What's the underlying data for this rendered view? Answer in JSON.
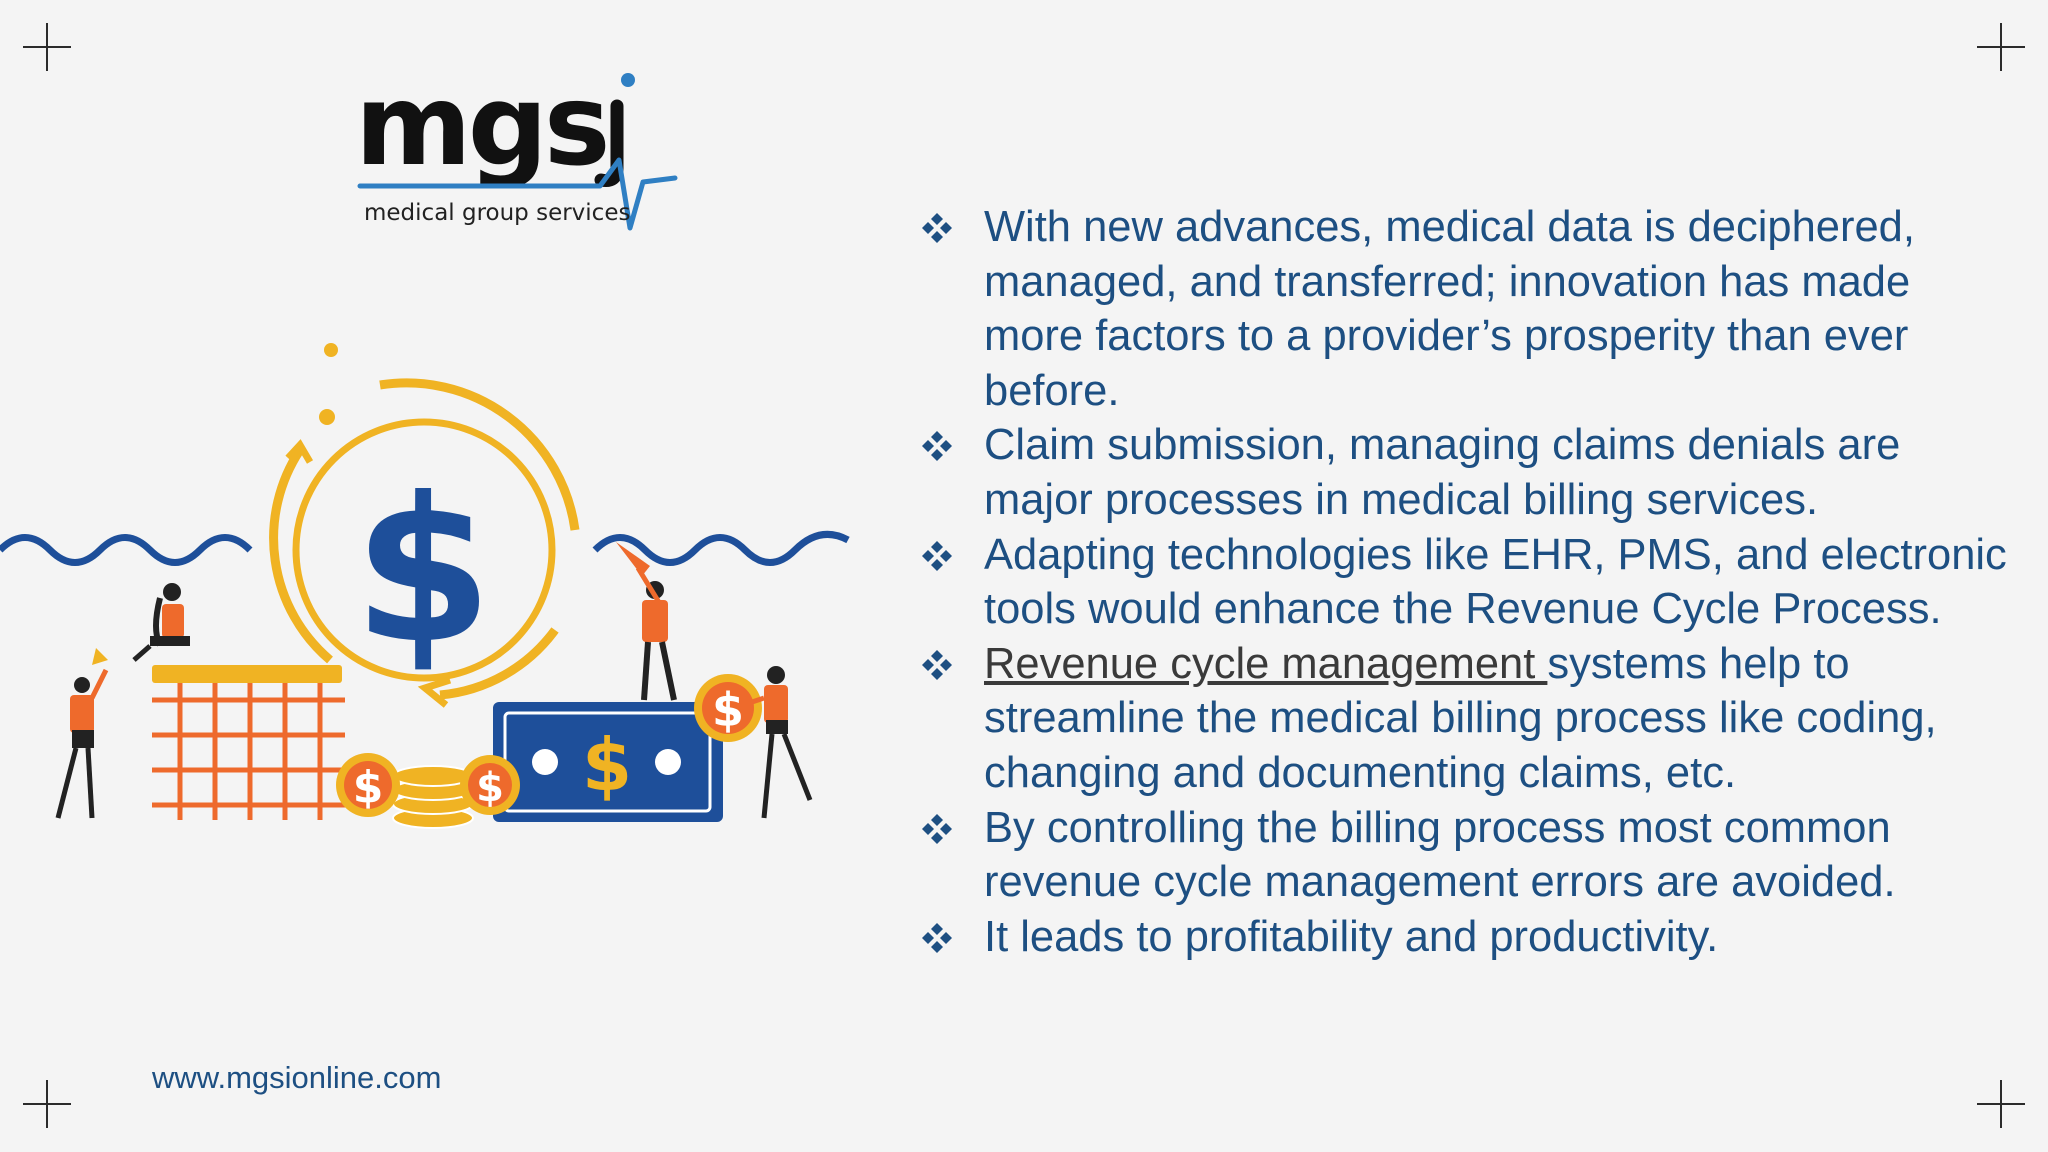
{
  "logo": {
    "wordmark": "mgs",
    "tagline": "medical group services"
  },
  "bullets": [
    {
      "text": "With new advances, medical data is deciphered, managed, and transferred; innovation has made more factors to a provider’s prosperity than ever before."
    },
    {
      "text": "Claim submission, managing claims denials are major processes in medical billing services."
    },
    {
      "text": "Adapting technologies like EHR, PMS, and electronic tools would enhance the Revenue Cycle Process."
    },
    {
      "link": "Revenue cycle management ",
      "text": "systems help to streamline the medical billing process like coding, changing and documenting claims, etc."
    },
    {
      "text": "By controlling the billing process most common revenue cycle management errors are avoided."
    },
    {
      "text": "It leads to profitability and productivity."
    }
  ],
  "footer": {
    "url": "www.mgsionline.com"
  },
  "icons": {
    "bullet": "diamond-bullet-icon"
  },
  "colors": {
    "text_blue": "#1d4f82",
    "accent_blue": "#2f7fc3",
    "gold": "#f0b323",
    "orange": "#ee6a2c",
    "navy": "#1e4f9a"
  }
}
